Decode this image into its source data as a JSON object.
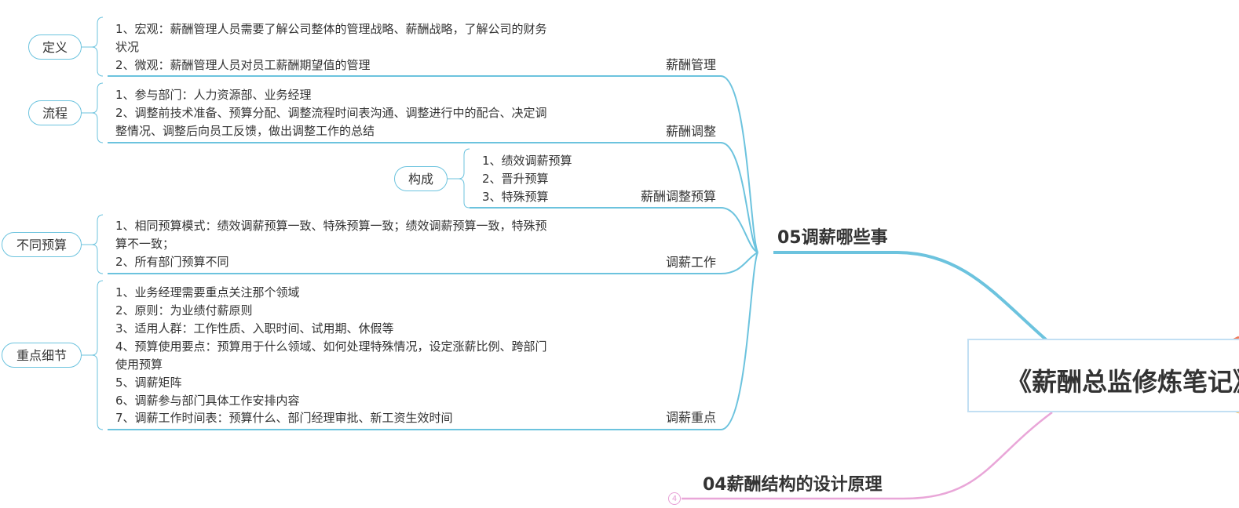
{
  "root": {
    "title": "《薪酬总监修炼笔记》"
  },
  "branch05": {
    "title": "05调薪哪些事"
  },
  "branch04": {
    "title": "04薪酬结构的设计原理",
    "badge": "4"
  },
  "topics": [
    {
      "label": "薪酬管理",
      "category": "定义",
      "lines": [
        "1、宏观：薪酬管理人员需要了解公司整体的管理战略、薪酬战略，了解公司的财务",
        "状况",
        "2、微观：薪酬管理人员对员工薪酬期望值的管理"
      ]
    },
    {
      "label": "薪酬调整",
      "category": "流程",
      "lines": [
        "1、参与部门：人力资源部、业务经理",
        "2、调整前技术准备、预算分配、调整流程时间表沟通、调整进行中的配合、决定调",
        "整情况、调整后向员工反馈，做出调整工作的总结"
      ]
    },
    {
      "label": "薪酬调整预算",
      "category": "构成",
      "lines": [
        "1、绩效调薪预算",
        "2、晋升预算",
        "3、特殊预算"
      ]
    },
    {
      "label": "调薪工作",
      "category": "不同预算",
      "lines": [
        "1、相同预算模式：绩效调薪预算一致、特殊预算一致；绩效调薪预算一致，特殊预",
        "算不一致；",
        "2、所有部门预算不同"
      ]
    },
    {
      "label": "调薪重点",
      "category": "重点细节",
      "lines": [
        "1、业务经理需要重点关注那个领域",
        "2、原则：为业绩付薪原则",
        "3、适用人群：工作性质、入职时间、试用期、休假等",
        "4、预算使用要点：预算用于什么领域、如何处理特殊情况，设定涨薪比例、跨部门",
        "使用预算",
        "5、调薪矩阵",
        "6、调薪参与部门具体工作安排内容",
        "7、调薪工作时间表：预算什么、部门经理审批、新工资生效时间"
      ]
    }
  ]
}
